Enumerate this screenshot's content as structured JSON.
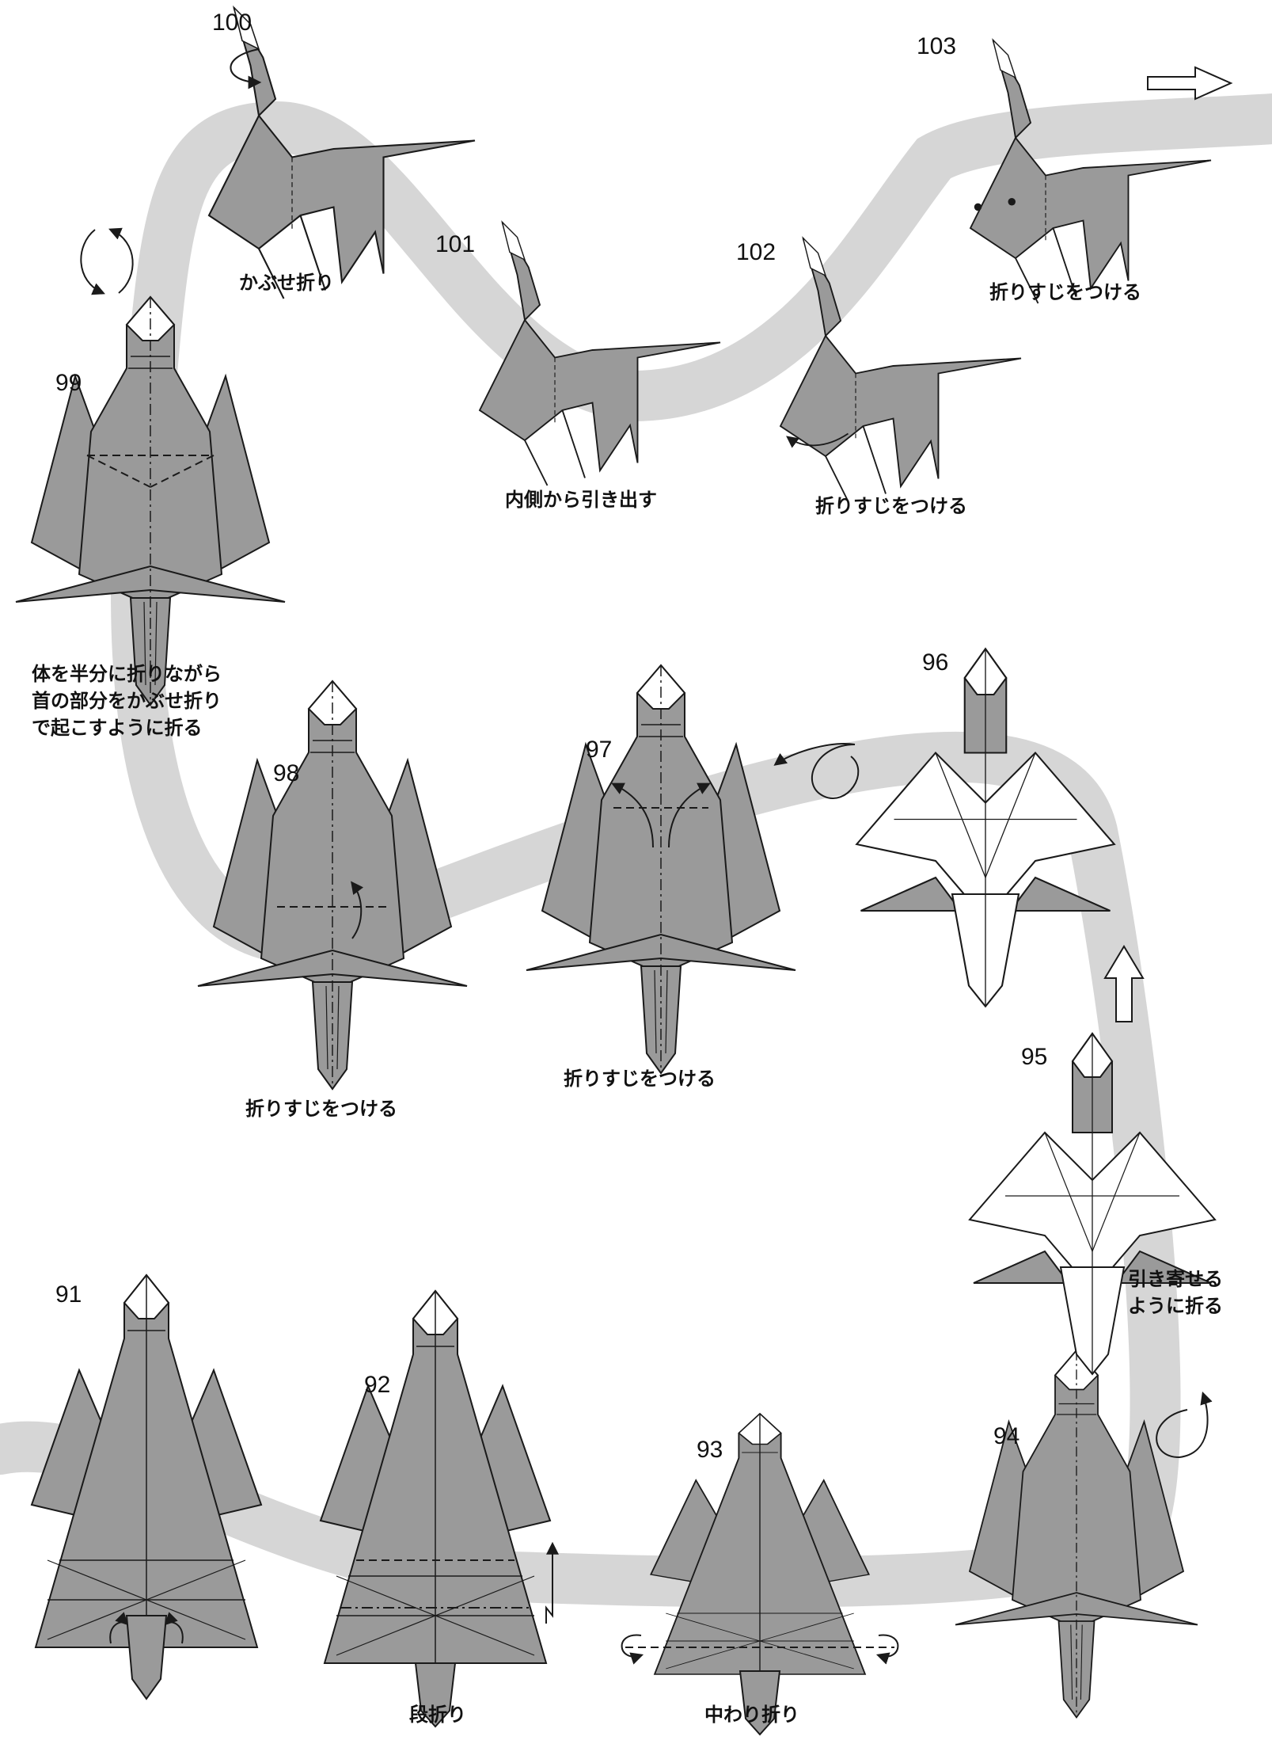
{
  "colors": {
    "paper": "#9a9a9a",
    "paper_light": "#ffffff",
    "band": "#d6d6d6",
    "line": "#1a1a1a"
  },
  "steps": [
    {
      "number": "91",
      "caption": []
    },
    {
      "number": "92",
      "caption": [
        "段折り"
      ]
    },
    {
      "number": "93",
      "caption": [
        "中わり折り"
      ]
    },
    {
      "number": "94",
      "caption": []
    },
    {
      "number": "95",
      "caption": [
        "引き寄せる",
        "ように折る"
      ]
    },
    {
      "number": "96",
      "caption": []
    },
    {
      "number": "97",
      "caption": [
        "折りすじをつける"
      ]
    },
    {
      "number": "98",
      "caption": [
        "折りすじをつける"
      ]
    },
    {
      "number": "99",
      "caption": [
        "体を半分に折りながら",
        "首の部分をかぶせ折り",
        "で起こすように折る"
      ]
    },
    {
      "number": "100",
      "caption": [
        "かぶせ折り"
      ]
    },
    {
      "number": "101",
      "caption": [
        "内側から引き出す"
      ]
    },
    {
      "number": "102",
      "caption": [
        "折りすじをつける"
      ]
    },
    {
      "number": "103",
      "caption": [
        "折りすじをつける"
      ]
    }
  ],
  "icons": [
    "turn-over-icon",
    "rotate-icon",
    "next-arrow-icon",
    "up-arrow-icon",
    "fold-arrow-icon"
  ]
}
